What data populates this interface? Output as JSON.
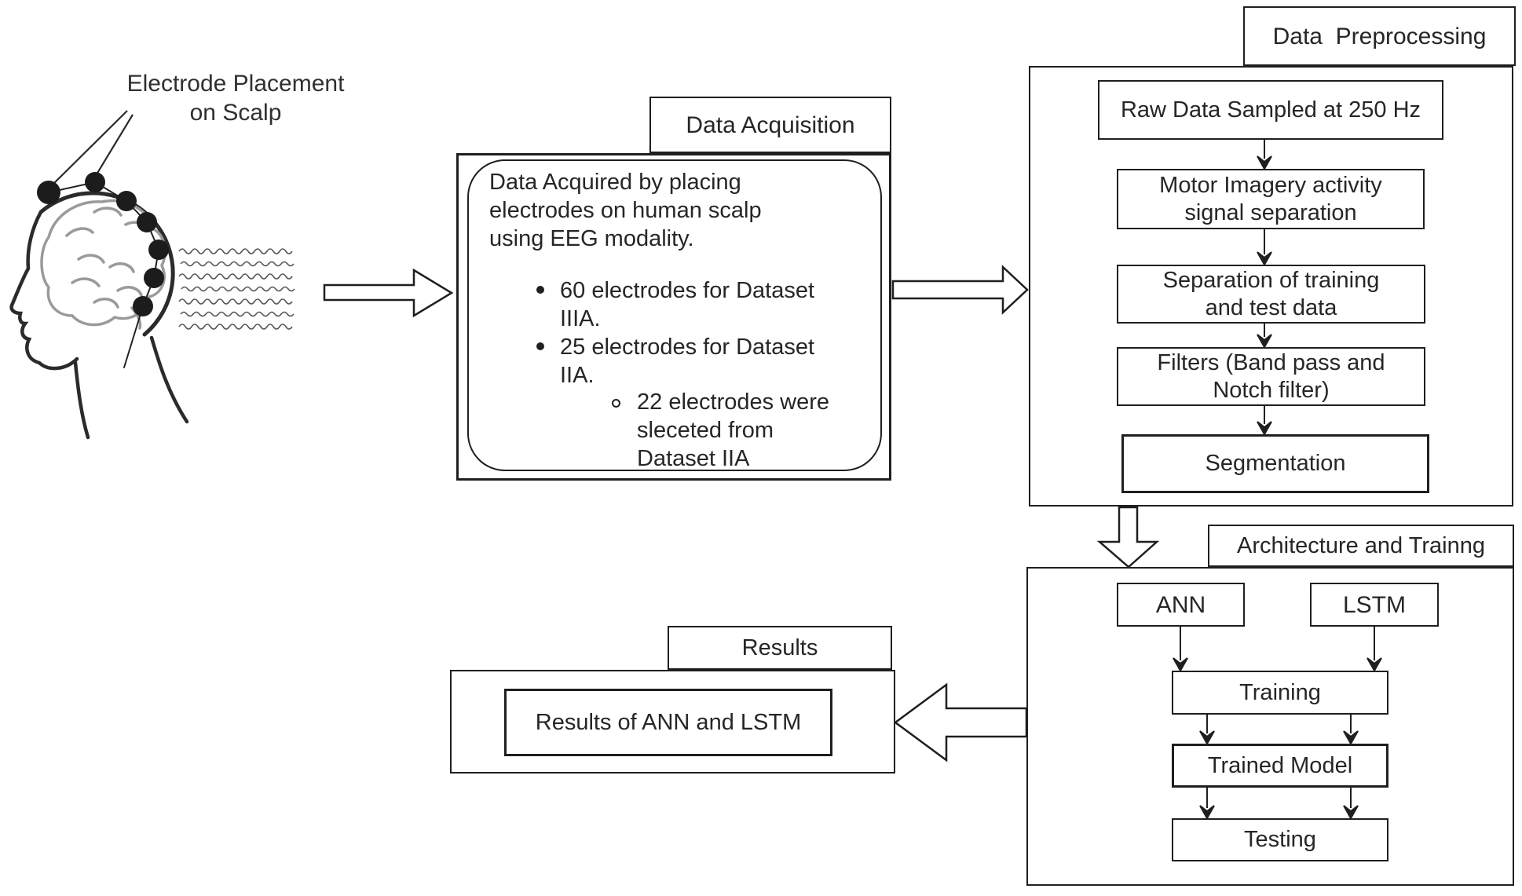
{
  "illustration": {
    "label": "Electrode Placement\non Scalp",
    "electrode_count": 7,
    "eeg_trace_count": 7
  },
  "acquisition": {
    "title": "Data Acquisition",
    "description": "Data Acquired by placing\nelectrodes on human scalp\nusing EEG modality.",
    "bullets": [
      "60 electrodes for Dataset\nIIIA.",
      "25 electrodes for Dataset\nIIA."
    ],
    "sub_bullet": "22 electrodes were\nsleceted from\nDataset IIA"
  },
  "preprocessing": {
    "title": "Data  Preprocessing",
    "steps": [
      "Raw Data Sampled at 250 Hz",
      "Motor Imagery activity\nsignal separation",
      "Separation of training\nand test data",
      "Filters (Band pass and\nNotch filter)",
      "Segmentation"
    ]
  },
  "architecture": {
    "title": "Architecture and Trainng",
    "models": [
      "ANN",
      "LSTM"
    ],
    "steps": [
      "Training",
      "Trained Model",
      "Testing"
    ]
  },
  "results": {
    "title": "Results",
    "box": "Results of ANN and LSTM"
  },
  "colors": {
    "ink": "#1f1f1f",
    "brain_sketch": "#9a9a9a",
    "eeg_trace": "#555555",
    "background": "#ffffff"
  }
}
